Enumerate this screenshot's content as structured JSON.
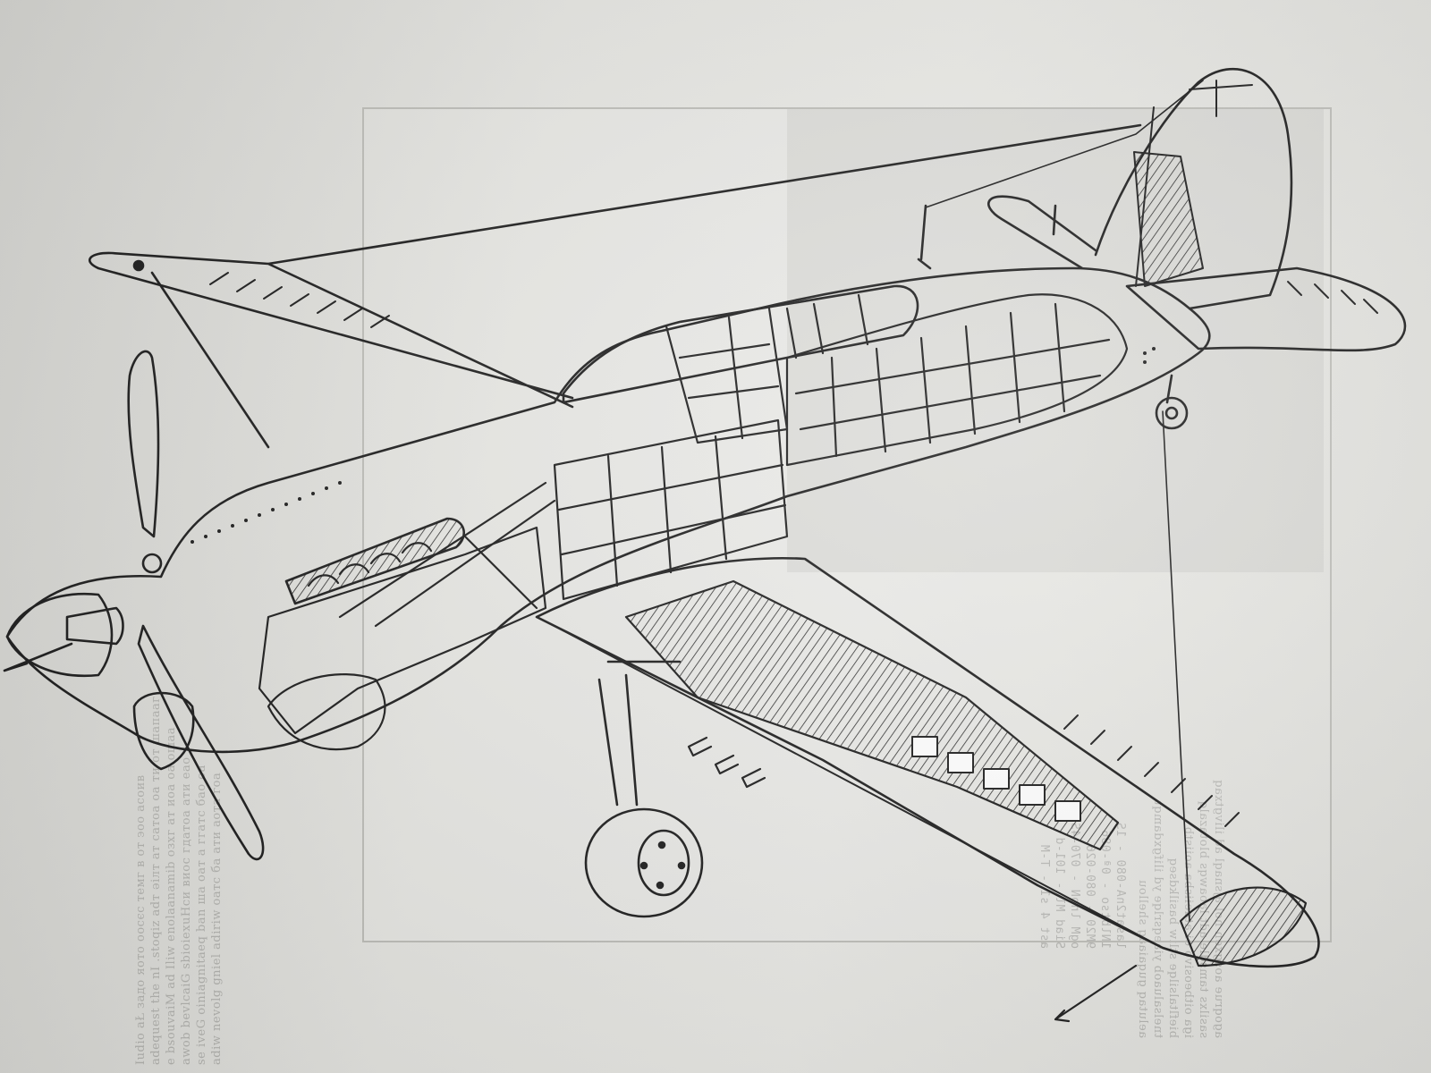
{
  "bleed_through": {
    "left_lines": [
      "Iudio aŁ задо яото оосєс темг в от эоо асоив",
      "adequest the nI .stoqiz adт әiлт ат сатоа оа ти от шапааг",
      "e bsouvaiM ad Iliw enolaanamib озхг ат иоа оа ошаа",
      "awob bevlcaiG sbioiexuHси виос гдатоа ати еао",
      "se iveG oiniagnitaeq ban  ша оат а ггатс бао оа",
      "adiw nevolg gniel adiriw оатс ба ати аота гоа"
    ],
    "right_lines": [
      "agoqrue aosgxen nol ajsnaql ad ilivgtxaq",
      "sasilxs tamsdle adt laoawqs blotazalq",
      "iga oitbeosivo ei ataeiisba aoiistb",
      "biefltalsilqe stliw basilkdseq",
      "tnelsaluaob yiaeqsrlqe yd ilifgxdamqt",
      "aelutaq guqaiaag shellou"
    ],
    "list_lines": [
      "lasat2nA-080 - 1S",
      "1Nlbtso - 0ª-086",
      "9M20 - 080-026",
      "ogM lnoN - 070-4S8",
      "Siad Ml - 101-d",
      "ast 4 s1 - T-M"
    ]
  }
}
